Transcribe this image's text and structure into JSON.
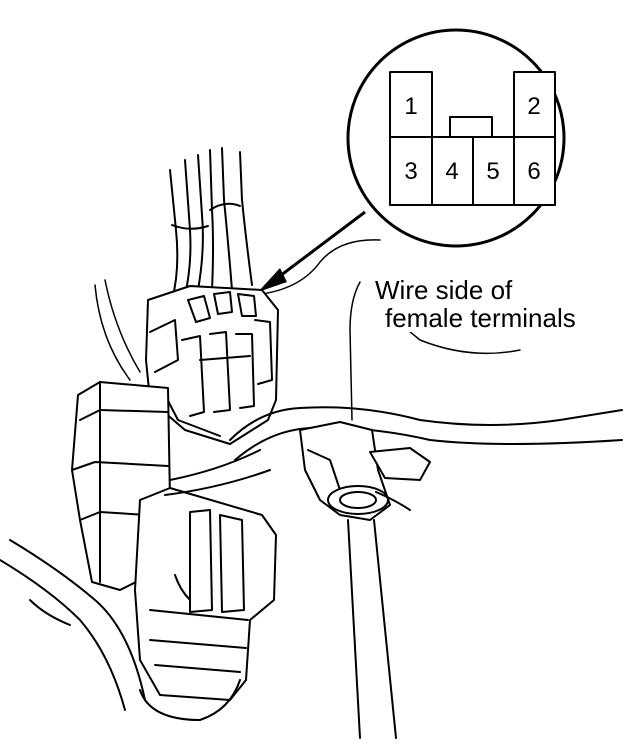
{
  "diagram": {
    "caption_line1": "Wire side of",
    "caption_line2": "female terminals",
    "pins": [
      {
        "label": "1"
      },
      {
        "label": "2"
      },
      {
        "label": "3"
      },
      {
        "label": "4"
      },
      {
        "label": "5"
      },
      {
        "label": "6"
      }
    ]
  }
}
